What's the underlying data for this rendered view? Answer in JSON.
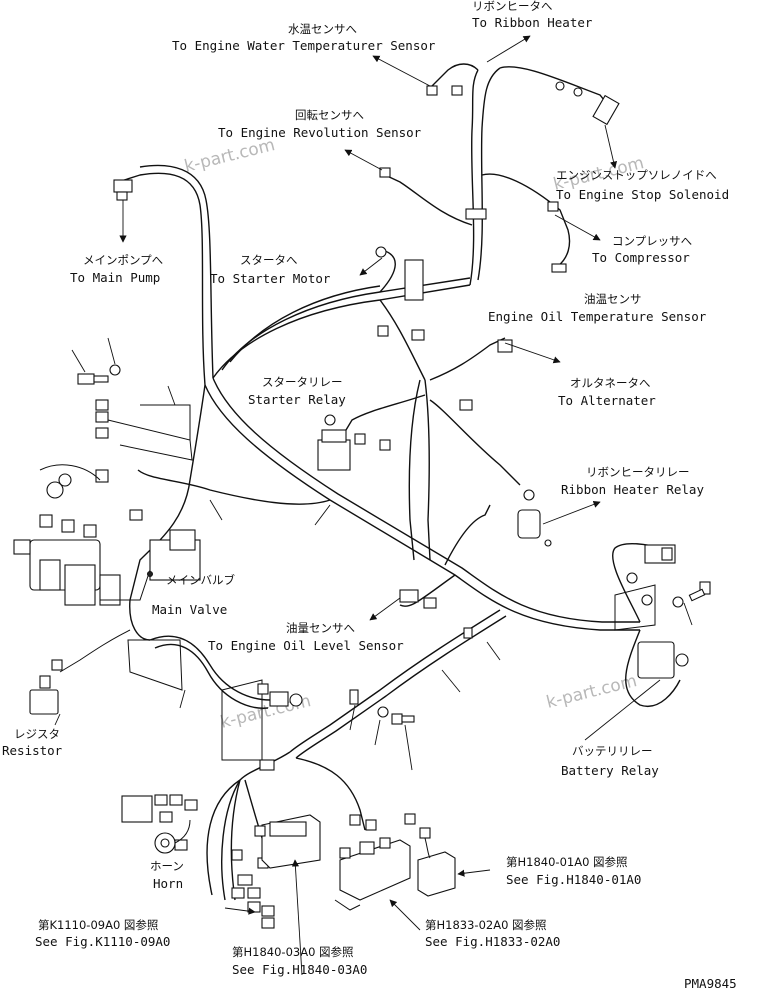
{
  "labels": {
    "ribbon_heater_jp": "リボンヒータへ",
    "ribbon_heater_en": "To Ribbon Heater",
    "water_temp_jp": "水温センサへ",
    "water_temp_en": "To Engine Water Temperaturer Sensor",
    "revolution_jp": "回転センサへ",
    "revolution_en": "To Engine Revolution Sensor",
    "stop_solenoid_jp": "エンジンストップソレノイドへ",
    "stop_solenoid_en": "To Engine Stop Solenoid",
    "compressor_jp": "コンプレッサへ",
    "compressor_en": "To Compressor",
    "main_pump_jp": "メインポンプへ",
    "main_pump_en": "To Main Pump",
    "starter_jp": "スタータへ",
    "starter_en": "To Starter Motor",
    "oil_temp_jp": "油温センサ",
    "oil_temp_en": "Engine Oil Temperature Sensor",
    "alternator_jp": "オルタネータへ",
    "alternator_en": "To Alternater",
    "starter_relay_jp": "スタータリレー",
    "starter_relay_en": "Starter Relay",
    "ribbon_relay_jp": "リボンヒータリレー",
    "ribbon_relay_en": "Ribbon Heater Relay",
    "main_valve_jp": "メインバルブ",
    "main_valve_en": "Main Valve",
    "oil_level_jp": "油量センサへ",
    "oil_level_en": "To Engine Oil Level Sensor",
    "resistor_jp": "レジスタ",
    "resistor_en": "Resistor",
    "battery_relay_jp": "バッテリリレー",
    "battery_relay_en": "Battery Relay",
    "horn_jp": "ホーン",
    "horn_en": "Horn",
    "fig_h1840_01_jp": "第H1840-01A0 図参照",
    "fig_h1840_01_en": "See Fig.H1840-01A0",
    "fig_k1110_jp": "第K1110-09A0 図参照",
    "fig_k1110_en": "See Fig.K1110-09A0",
    "fig_h1833_jp": "第H1833-02A0 図参照",
    "fig_h1833_en": "See Fig.H1833-02A0",
    "fig_h1840_03_jp": "第H1840-03A0 図参照",
    "fig_h1840_03_en": "See Fig.H1840-03A0",
    "drawing_no": "PMA9845"
  },
  "watermarks": [
    "k-part.com",
    "k-part.com",
    "k-part.com",
    "k-part.com"
  ]
}
